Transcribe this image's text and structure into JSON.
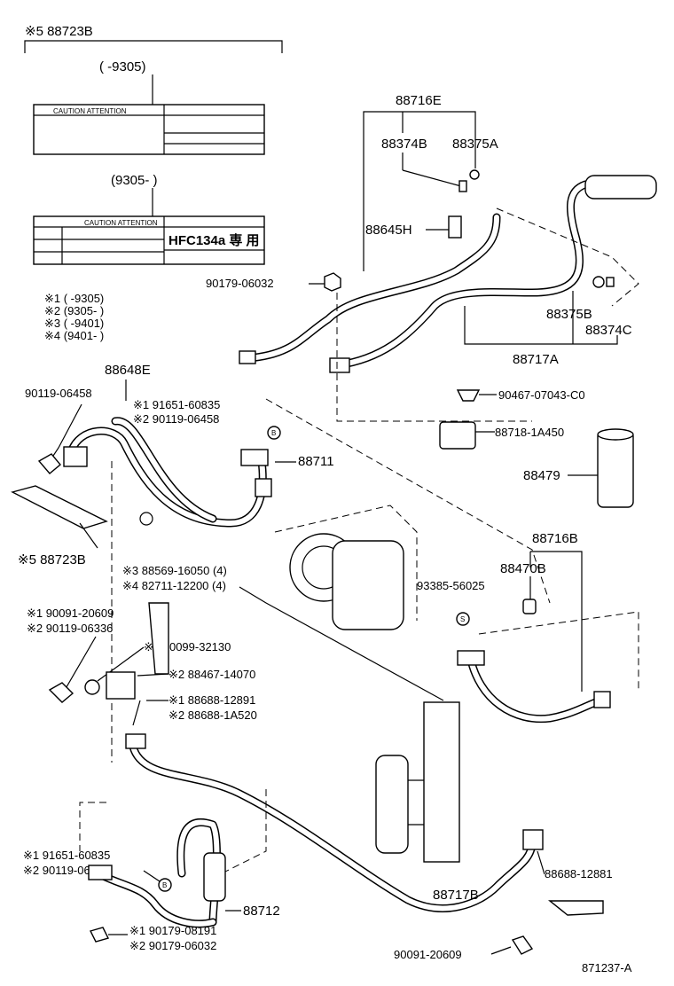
{
  "diagram_ref": "871237-A",
  "labels": {
    "label_set_header": "※5 88723B",
    "label_old_range": "(    -9305)",
    "label_new_range": "(9305-    )",
    "caution_text": "CAUTION ATTENTION",
    "hfc_text": "HFC134a 専 用",
    "hose_assembly_high": "88716E",
    "valve_cap_b": "88374B",
    "valve_cap_a": "88375A",
    "switch_pressure": "88645H",
    "nut_upper": "90179-06032",
    "valve_cap_a2": "88375B",
    "valve_cap_c": "88374C",
    "hose_assembly_suction": "88717A",
    "note_1": "※1 (     -9305)",
    "note_2": "※2 (9305-     )",
    "note_3": "※3 (     -9401)",
    "note_4": "※4 (9401-     )",
    "pipe_88648e": "88648E",
    "bolt_90119_a": "90119-06458",
    "oring_1": "※1 91651-60835",
    "oring_2": "※2 90119-06458",
    "clip_90467": "90467-07043-C0",
    "bracket_88718": "88718-1A450",
    "receiver_88479": "88479",
    "hose_88711": "88711",
    "insulator_88723b": "※5 88723B",
    "hose_88716b": "88716B",
    "plug_88470b": "88470B",
    "bolt_88569": "※3 88569-16050 (4)",
    "bolt_82711": "※4 82711-12200 (4)",
    "oring_93385": "93385-56025",
    "bolt_90091_a": "※1 90091-20609",
    "bolt_90119_b": "※2 90119-06336",
    "clamp_90099": "※2 90099-32130",
    "clamp_88467": "※2 88467-14070",
    "bracket_88688_a": "※1 88688-12891",
    "bracket_88688_b": "※2 88688-1A520",
    "oring_lower_1": "※1 91651-60835",
    "oring_lower_2": "※2 90119-06458",
    "hose_88717b": "88717B",
    "bracket_88688_c": "88688-12881",
    "hose_88712": "88712",
    "nut_lower_1": "※1 90179-08191",
    "nut_lower_2": "※2 90179-06032",
    "bolt_90091_b": "90091-20609"
  }
}
